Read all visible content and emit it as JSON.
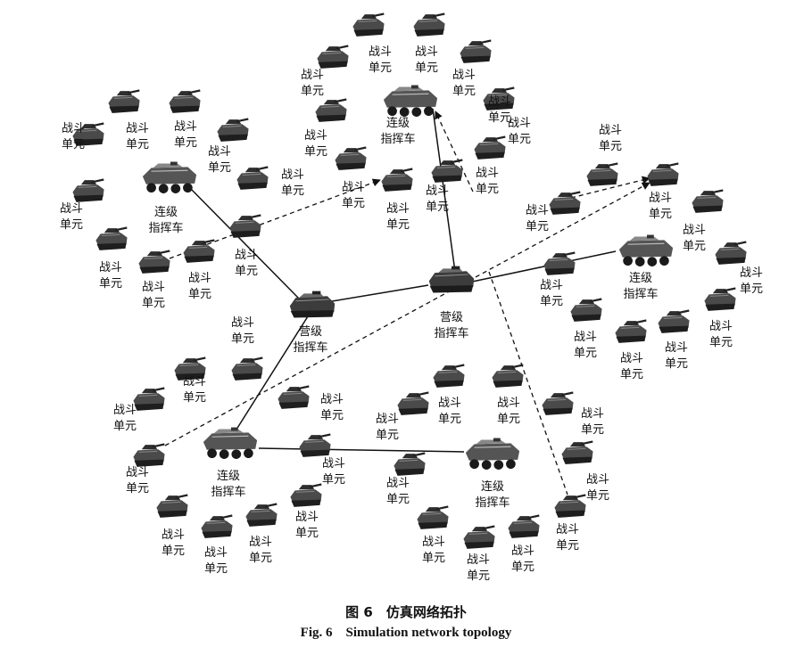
{
  "labels": {
    "combat_unit": [
      "战斗",
      "单元"
    ],
    "company_cmd": [
      "连级",
      "指挥车"
    ],
    "battalion_cmd": [
      "营级",
      "指挥车"
    ]
  },
  "caption": {
    "cn": "图 6　仿真网络拓扑",
    "en": "Fig. 6　Simulation network topology"
  },
  "colors": {
    "ink": "#111111",
    "vehicle": "#3a3a3a",
    "background": "#ffffff"
  },
  "icons": {
    "combat_unit": "tank-icon",
    "commander": "armored-car-icon",
    "battalion": "command-vehicle-icon"
  }
}
